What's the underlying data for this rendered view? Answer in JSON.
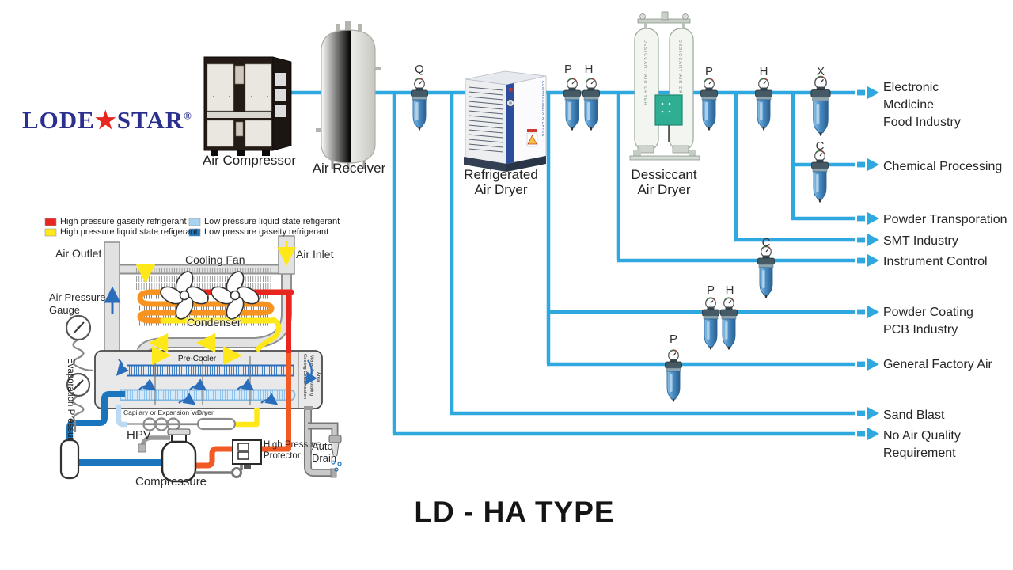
{
  "logo": {
    "lode": "LODE",
    "star": "★",
    "star_word": "STAR",
    "reg": "®"
  },
  "title": "LD - HA TYPE",
  "colors": {
    "pipe": "#2FA7DF",
    "logo_blue": "#2B2F8E",
    "star_red": "#E8251F",
    "filter_body_blue": "#3E7FB8"
  },
  "flow": {
    "equipment": {
      "air_compressor": {
        "label": "Air Compressor"
      },
      "air_receiver": {
        "label": "Air Receiver"
      },
      "refrigerated_air_dryer": {
        "label_lines": [
          "Refrigerated",
          "Air Dryer"
        ],
        "side_text": "COMPRESSED AIR DRYER"
      },
      "dessiccant_air_dryer": {
        "label_lines": [
          "Dessiccant",
          "Air Dryer"
        ],
        "tower_text": "DESICCANT AIR DRYER"
      }
    },
    "filters": {
      "q": "Q",
      "p1": "P",
      "h1": "H",
      "p2": "P",
      "h2": "H",
      "x": "X",
      "c_chemical": "C",
      "c_instrument": "C",
      "p3": "P",
      "h3": "H",
      "p4": "P"
    },
    "outputs": [
      {
        "lines": [
          "Electronic",
          "Medicine",
          "Food Industry"
        ]
      },
      {
        "lines": [
          "Chemical Processing"
        ]
      },
      {
        "lines": [
          "Powder Transporation"
        ]
      },
      {
        "lines": [
          "SMT Industry"
        ]
      },
      {
        "lines": [
          "Instrument Control"
        ]
      },
      {
        "lines": [
          "Powder Coating",
          "PCB Industry"
        ]
      },
      {
        "lines": [
          "General Factory Air"
        ]
      },
      {
        "lines": [
          "Sand Blast"
        ]
      },
      {
        "lines": [
          "No Air Quality",
          "Requirement"
        ]
      }
    ]
  },
  "refrigeration": {
    "legend": [
      {
        "color": "#E8251F",
        "label": "High pressure gaseity refrigerant"
      },
      {
        "color": "#FFE81A",
        "label": "High pressure liquid state refigerant"
      },
      {
        "color": "#A9D3F0",
        "label": "Low pressure liquid state refigerant"
      },
      {
        "color": "#1B75BC",
        "label": "Low pressure gaseity refrigerant"
      }
    ],
    "labels": {
      "air_outlet": "Air Outlet",
      "cooling_fan": "Cooling Fan",
      "air_inlet": "Air Inlet",
      "air_pressure_gauge_lines": [
        "Air Pressure",
        "Gauge"
      ],
      "evaporation_pressure_gauge": "Evaporation Pressure Gauge",
      "condenser": "Condenser",
      "pre_cooler": "Pre-Cooler",
      "cooling_area_lines": [
        "Cooling Condensation",
        "Water Accumulating",
        "Area"
      ],
      "capillary": "Capilary or Expansion Valve",
      "dryer": "Dryer",
      "hpv": "HPV",
      "high_pressure_protector_lines": [
        "High Pressure",
        "Protector"
      ],
      "auto_drain_lines": [
        "Auto",
        "Drain"
      ],
      "compressor": "Compressure"
    }
  }
}
